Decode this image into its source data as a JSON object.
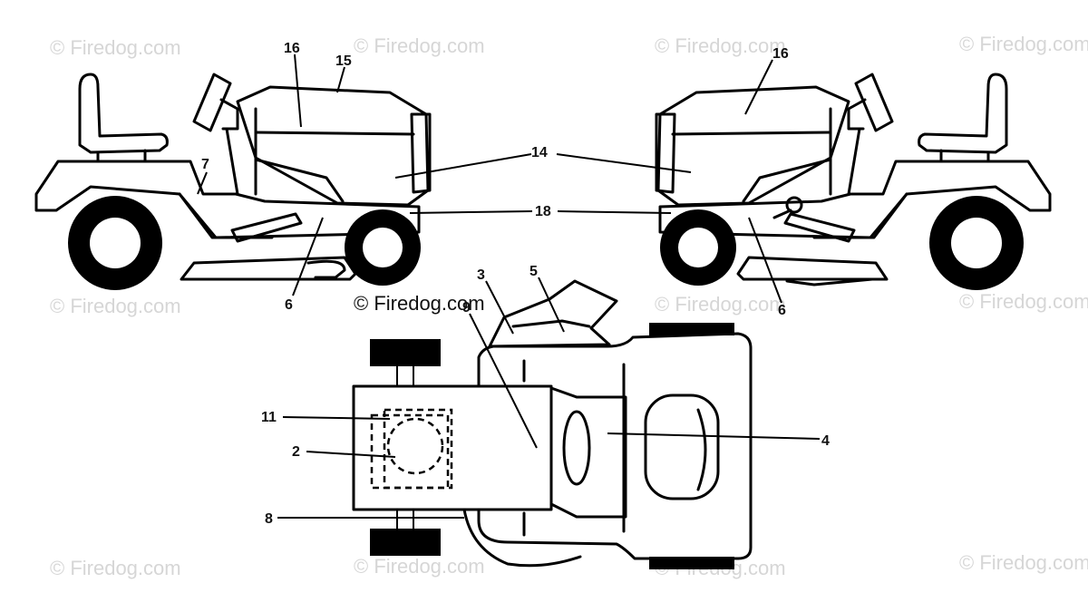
{
  "watermarks": {
    "text": "© Firedog.com",
    "center_text": "© Firedog.com"
  },
  "callouts": {
    "c16_left": "16",
    "c15": "15",
    "c7": "7",
    "c14": "14",
    "c18": "18",
    "c6_left": "6",
    "c16_right": "16",
    "c6_right": "6",
    "c3": "3",
    "c5": "5",
    "c9": "9",
    "c11": "11",
    "c2": "2",
    "c4": "4",
    "c8": "8"
  },
  "colors": {
    "line": "#000000",
    "watermark": "#d6d6d6",
    "background": "#ffffff"
  }
}
